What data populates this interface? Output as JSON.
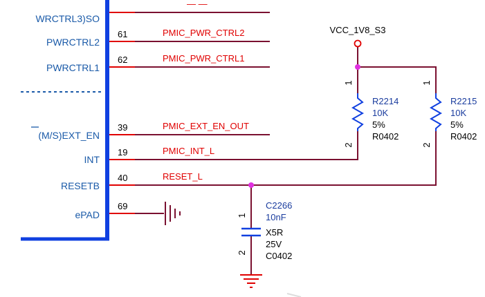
{
  "ic_pins": [
    {
      "label": "WRCTRL3)SO",
      "num": "",
      "net": ""
    },
    {
      "label": "PWRCTRL2",
      "num": "61",
      "net": "PMIC_PWR_CTRL2"
    },
    {
      "label": "PWRCTRL1",
      "num": "62",
      "net": "PMIC_PWR_CTRL1"
    },
    {
      "label": "(M/S)EXT_EN",
      "num": "39",
      "net": "PMIC_EXT_EN_OUT"
    },
    {
      "label": "INT",
      "num": "19",
      "net": "PMIC_INT_L"
    },
    {
      "label": "RESETB",
      "num": "40",
      "net": "RESET_L"
    },
    {
      "label": "ePAD",
      "num": "69",
      "net": ""
    }
  ],
  "power_rail": "VCC_1V8_S3",
  "resistors": [
    {
      "ref": "R2214",
      "value": "10K",
      "tolerance": "5%",
      "package": "R0402",
      "pin1": "1",
      "pin2": "2"
    },
    {
      "ref": "R2215",
      "value": "10K",
      "tolerance": "5%",
      "package": "R0402",
      "pin1": "1",
      "pin2": "2"
    }
  ],
  "capacitor": {
    "ref": "C2266",
    "value": "10nF",
    "dielectric": "X5R",
    "voltage": "25V",
    "package": "C0402",
    "pin1": "1",
    "pin2": "2"
  },
  "colors": {
    "wire": "#7a1030",
    "ic_edge": "#1040e0",
    "net_label": "#e00000",
    "junction": "#e030e0",
    "ref": "#1a3c9e",
    "pin_label": "#1a5aa8"
  }
}
